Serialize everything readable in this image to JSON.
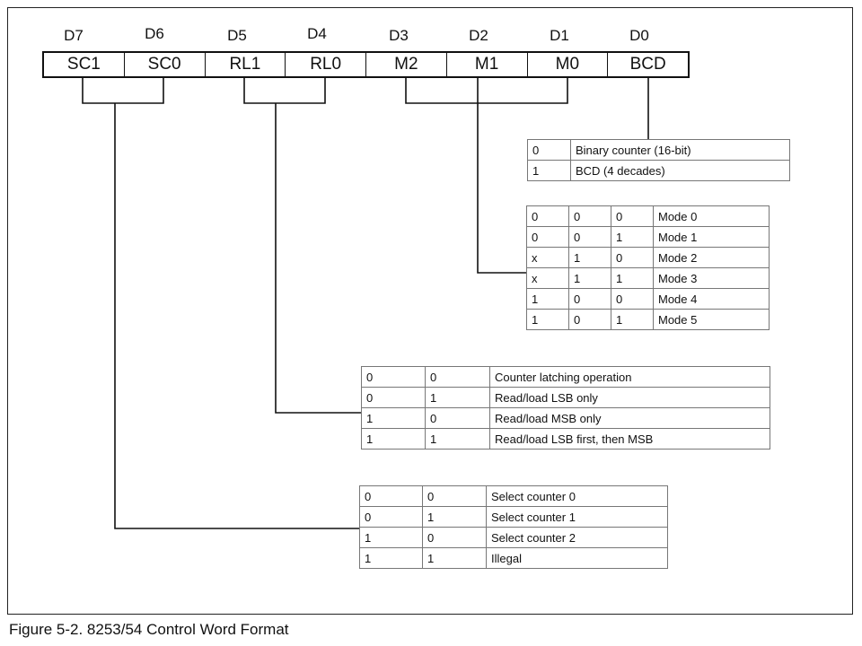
{
  "register": {
    "bits": [
      {
        "label": "D7",
        "name": "SC1"
      },
      {
        "label": "D6",
        "name": "SC0"
      },
      {
        "label": "D5",
        "name": "RL1"
      },
      {
        "label": "D4",
        "name": "RL0"
      },
      {
        "label": "D3",
        "name": "M2"
      },
      {
        "label": "D2",
        "name": "M1"
      },
      {
        "label": "D1",
        "name": "M0"
      },
      {
        "label": "D0",
        "name": "BCD"
      }
    ]
  },
  "tables": {
    "bcd": [
      [
        "0",
        "Binary counter (16-bit)"
      ],
      [
        "1",
        "BCD (4 decades)"
      ]
    ],
    "mode": [
      [
        "0",
        "0",
        "0",
        "Mode 0"
      ],
      [
        "0",
        "0",
        "1",
        "Mode 1"
      ],
      [
        "x",
        "1",
        "0",
        "Mode 2"
      ],
      [
        "x",
        "1",
        "1",
        "Mode 3"
      ],
      [
        "1",
        "0",
        "0",
        "Mode 4"
      ],
      [
        "1",
        "0",
        "1",
        "Mode 5"
      ]
    ],
    "rl": [
      [
        "0",
        "0",
        "Counter latching operation"
      ],
      [
        "0",
        "1",
        "Read/load LSB only"
      ],
      [
        "1",
        "0",
        "Read/load MSB only"
      ],
      [
        "1",
        "1",
        "Read/load LSB first, then MSB"
      ]
    ],
    "sc": [
      [
        "0",
        "0",
        "Select counter 0"
      ],
      [
        "0",
        "1",
        "Select counter 1"
      ],
      [
        "1",
        "0",
        "Select counter 2"
      ],
      [
        "1",
        "1",
        "Illegal"
      ]
    ]
  },
  "caption": "Figure 5-2. 8253/54 Control Word Format"
}
